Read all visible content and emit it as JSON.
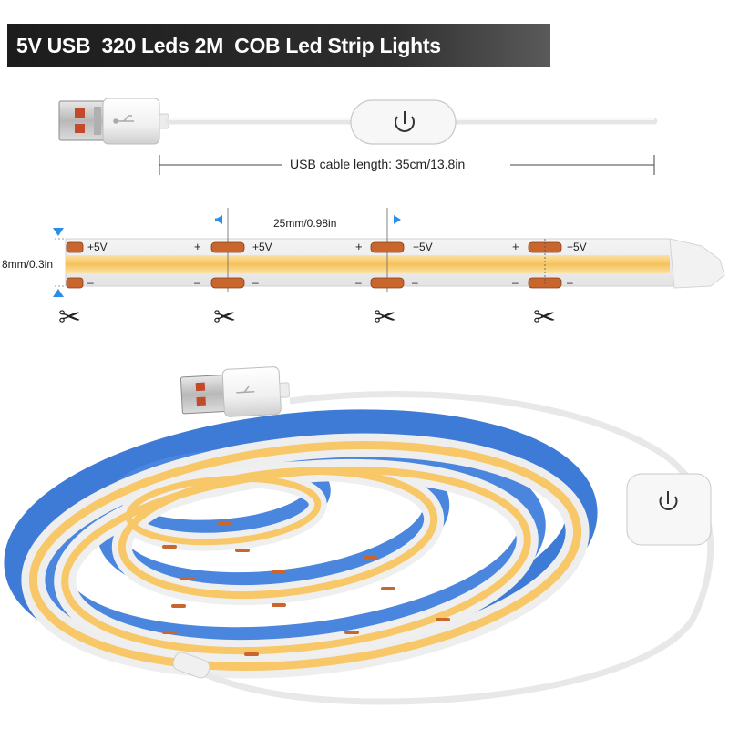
{
  "title": "5V USB  320 Leds 2M  COB Led Strip Lights",
  "cable": {
    "length_label": "USB cable length: 35cm/13.8in"
  },
  "strip": {
    "segment_label": "25mm/0.98in",
    "width_label": "8mm/0.3in",
    "plus_label": "+",
    "volt_label": "+5V",
    "minus_label": "–",
    "cut_icon": "scissors-icon",
    "power_icon": "power-icon",
    "usb_icon": "usb-icon"
  },
  "colors": {
    "title_bg": "#1c1c1c",
    "led_glow": "#f7c768",
    "pad_copper": "#c8662e",
    "pcb_back": "#3d7bd6",
    "arrow_blue": "#2a8ee8"
  }
}
